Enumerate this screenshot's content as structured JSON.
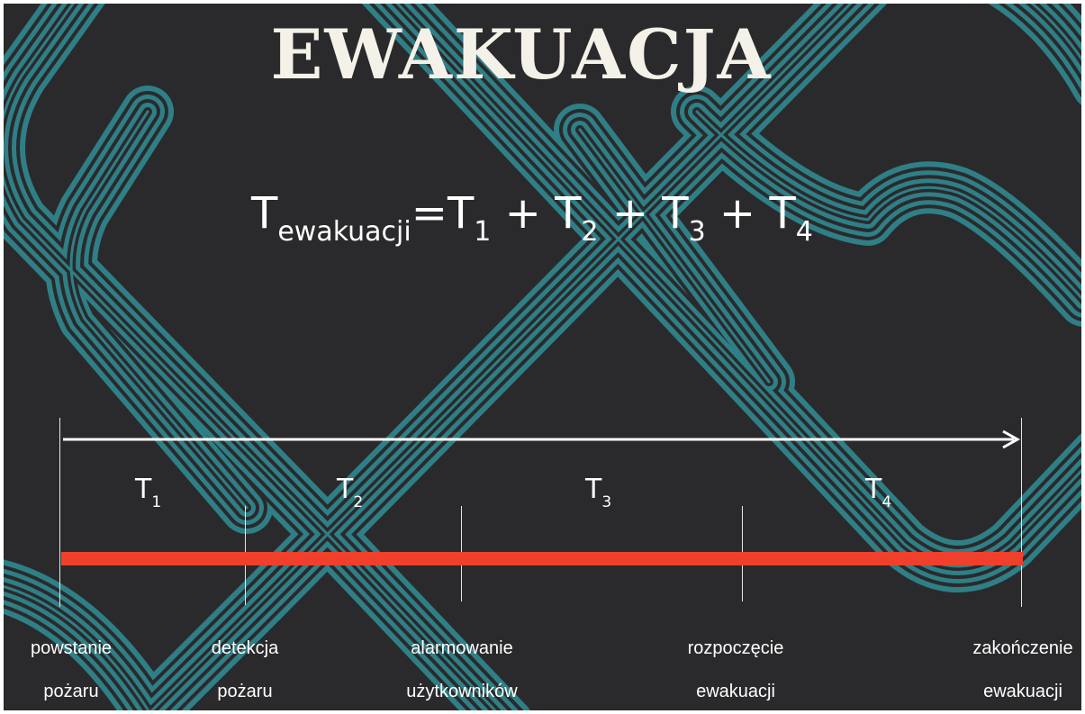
{
  "title": "EWAKUACJA",
  "formula": {
    "lhs_symbol": "T",
    "lhs_subscript": "ewakuacji",
    "equals": "=",
    "terms": [
      {
        "symbol": "T",
        "subscript": "1"
      },
      {
        "symbol": "T",
        "subscript": "2"
      },
      {
        "symbol": "T",
        "subscript": "3"
      },
      {
        "symbol": "T",
        "subscript": "4"
      }
    ],
    "plus": " + "
  },
  "periods": [
    {
      "symbol": "T",
      "subscript": "1"
    },
    {
      "symbol": "T",
      "subscript": "2"
    },
    {
      "symbol": "T",
      "subscript": "3"
    },
    {
      "symbol": "T",
      "subscript": "4"
    }
  ],
  "events": [
    {
      "line1": "powstanie",
      "line2": "pożaru"
    },
    {
      "line1": "detekcja",
      "line2": "pożaru"
    },
    {
      "line1": "alarmowanie",
      "line2": "użytkowników"
    },
    {
      "line1": "rozpoczęcie",
      "line2": "ewakuacji"
    },
    {
      "line1": "zakończenie",
      "line2": "ewakuacji"
    }
  ],
  "colors": {
    "background": "#2a2a2c",
    "pattern": "#2f7f86",
    "timeline_bar": "#f0402c",
    "arrow": "#ffffff"
  }
}
